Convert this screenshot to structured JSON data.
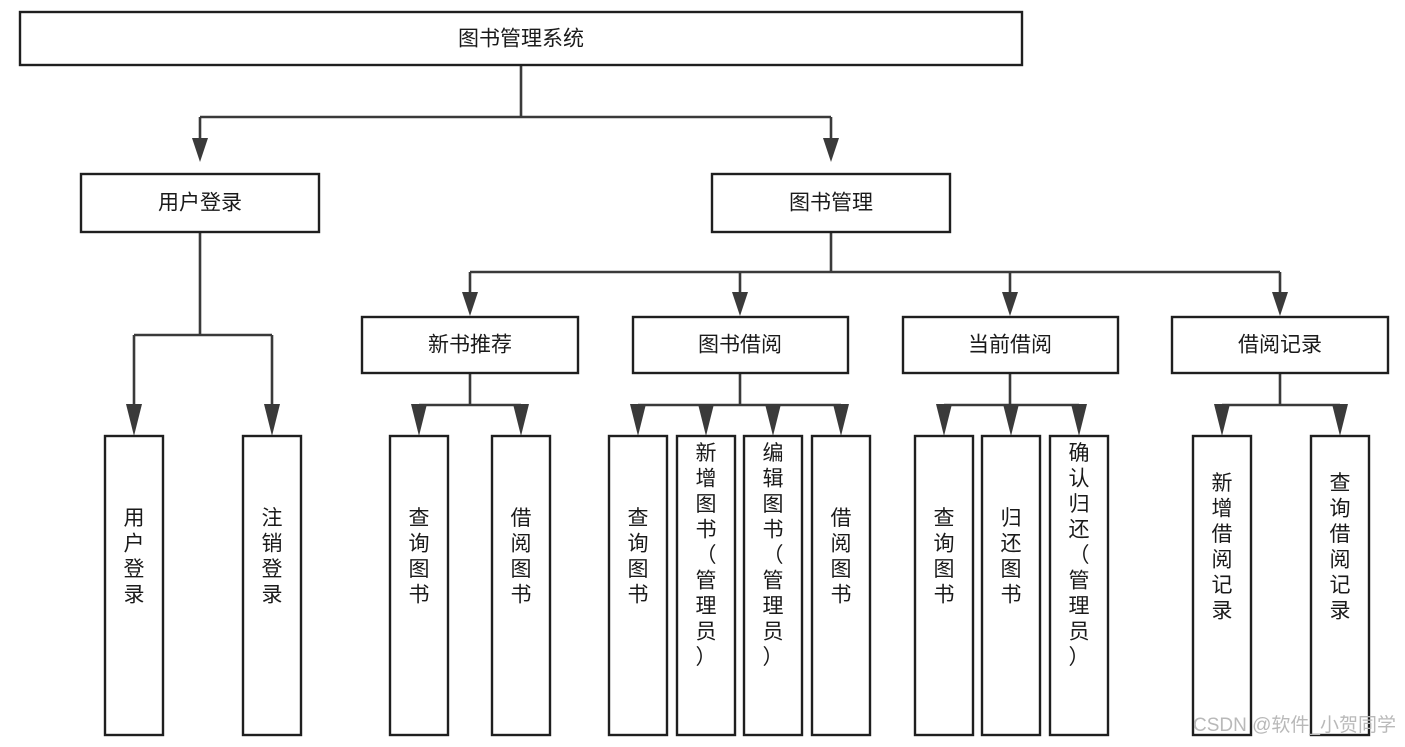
{
  "diagram": {
    "title": "图书管理系统",
    "type": "tree",
    "root": {
      "id": "root",
      "label": "图书管理系统",
      "orientation": "horizontal"
    },
    "level1": [
      {
        "id": "user-login",
        "label": "用户登录",
        "orientation": "horizontal"
      },
      {
        "id": "book-management",
        "label": "图书管理",
        "orientation": "horizontal"
      }
    ],
    "level2": [
      {
        "id": "new-book-recommend",
        "label": "新书推荐",
        "parent": "book-management",
        "orientation": "horizontal"
      },
      {
        "id": "book-borrow",
        "label": "图书借阅",
        "parent": "book-management",
        "orientation": "horizontal"
      },
      {
        "id": "current-borrow",
        "label": "当前借阅",
        "parent": "book-management",
        "orientation": "horizontal"
      },
      {
        "id": "borrow-record",
        "label": "借阅记录",
        "parent": "book-management",
        "orientation": "horizontal"
      }
    ],
    "leaves": [
      {
        "id": "leaf-user-login",
        "label": "用户登录",
        "parent": "user-login",
        "orientation": "vertical"
      },
      {
        "id": "leaf-logout-login",
        "label": "注销登录",
        "parent": "user-login",
        "orientation": "vertical"
      },
      {
        "id": "leaf-query-book-1",
        "label": "查询图书",
        "parent": "new-book-recommend",
        "orientation": "vertical"
      },
      {
        "id": "leaf-borrow-book-1",
        "label": "借阅图书",
        "parent": "new-book-recommend",
        "orientation": "vertical"
      },
      {
        "id": "leaf-query-book-2",
        "label": "查询图书",
        "parent": "book-borrow",
        "orientation": "vertical"
      },
      {
        "id": "leaf-add-book",
        "label": "新增图书（管理员）",
        "parent": "book-borrow",
        "orientation": "vertical"
      },
      {
        "id": "leaf-edit-book",
        "label": "编辑图书（管理员）",
        "parent": "book-borrow",
        "orientation": "vertical"
      },
      {
        "id": "leaf-borrow-book-2",
        "label": "借阅图书",
        "parent": "book-borrow",
        "orientation": "vertical"
      },
      {
        "id": "leaf-query-book-3",
        "label": "查询图书",
        "parent": "current-borrow",
        "orientation": "vertical"
      },
      {
        "id": "leaf-return-book",
        "label": "归还图书",
        "parent": "current-borrow",
        "orientation": "vertical"
      },
      {
        "id": "leaf-confirm-return",
        "label": "确认归还（管理员）",
        "parent": "current-borrow",
        "orientation": "vertical"
      },
      {
        "id": "leaf-add-record",
        "label": "新增借阅记录",
        "parent": "borrow-record",
        "orientation": "vertical"
      },
      {
        "id": "leaf-query-record",
        "label": "查询借阅记录",
        "parent": "borrow-record",
        "orientation": "vertical"
      }
    ],
    "watermark": "CSDN @软件_小贺同学",
    "colors": {
      "box_stroke": "#1f1f1f",
      "box_fill": "#ffffff",
      "connector": "#3a3a3a",
      "text": "#1a1a1a",
      "watermark": "#b9b9b9",
      "background": "#ffffff"
    }
  }
}
